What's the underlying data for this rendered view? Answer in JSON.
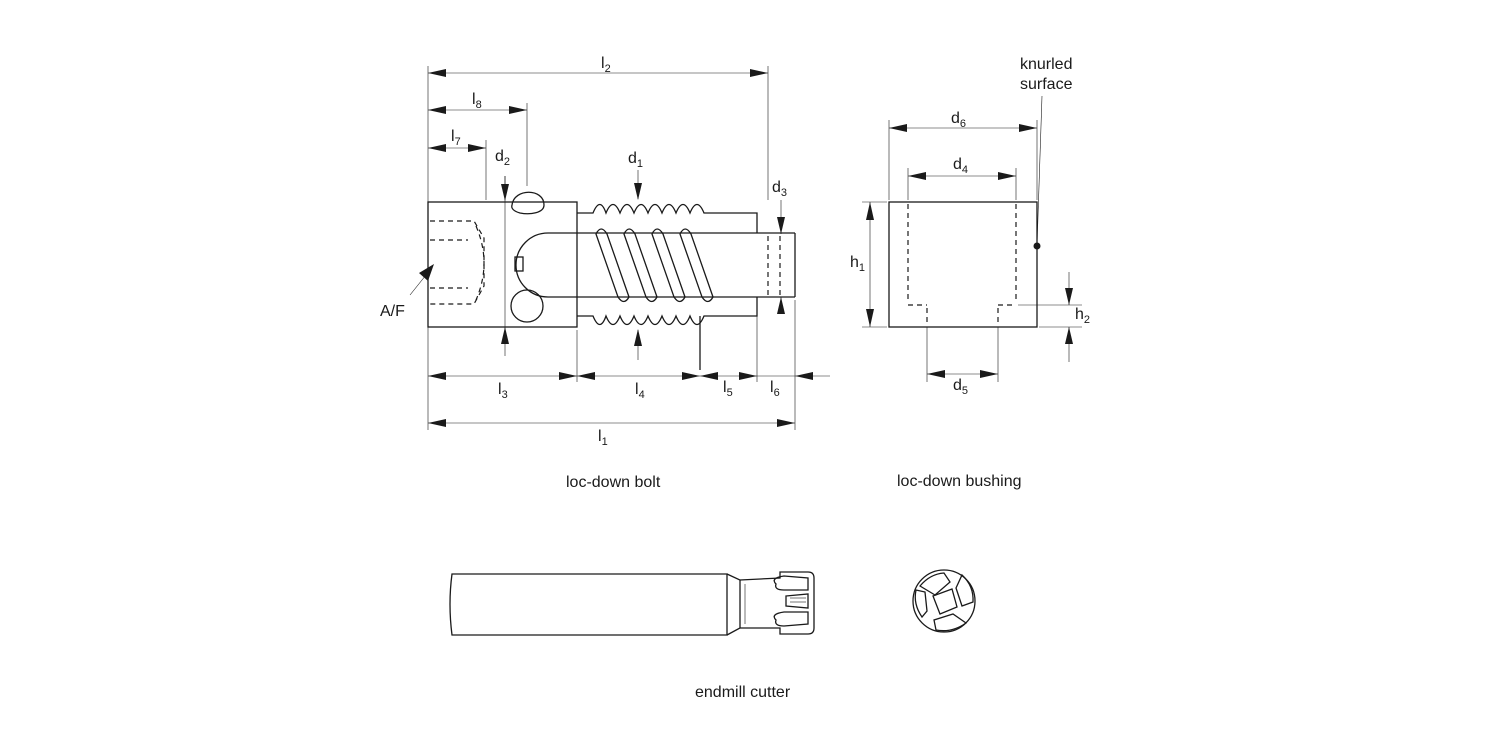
{
  "labels": {
    "l1": "l",
    "l1_sub": "1",
    "l2": "l",
    "l2_sub": "2",
    "l3": "l",
    "l3_sub": "3",
    "l4": "l",
    "l4_sub": "4",
    "l5": "l",
    "l5_sub": "5",
    "l6": "l",
    "l6_sub": "6",
    "l7": "l",
    "l7_sub": "7",
    "l8": "l",
    "l8_sub": "8",
    "d1": "d",
    "d1_sub": "1",
    "d2": "d",
    "d2_sub": "2",
    "d3": "d",
    "d3_sub": "3",
    "d4": "d",
    "d4_sub": "4",
    "d5": "d",
    "d5_sub": "5",
    "d6": "d",
    "d6_sub": "6",
    "h1": "h",
    "h1_sub": "1",
    "h2": "h",
    "h2_sub": "2",
    "af": "A/F",
    "knurled_line1": "knurled",
    "knurled_line2": "surface"
  },
  "captions": {
    "bolt": "loc-down bolt",
    "bushing": "loc-down bushing",
    "cutter": "endmill cutter"
  }
}
